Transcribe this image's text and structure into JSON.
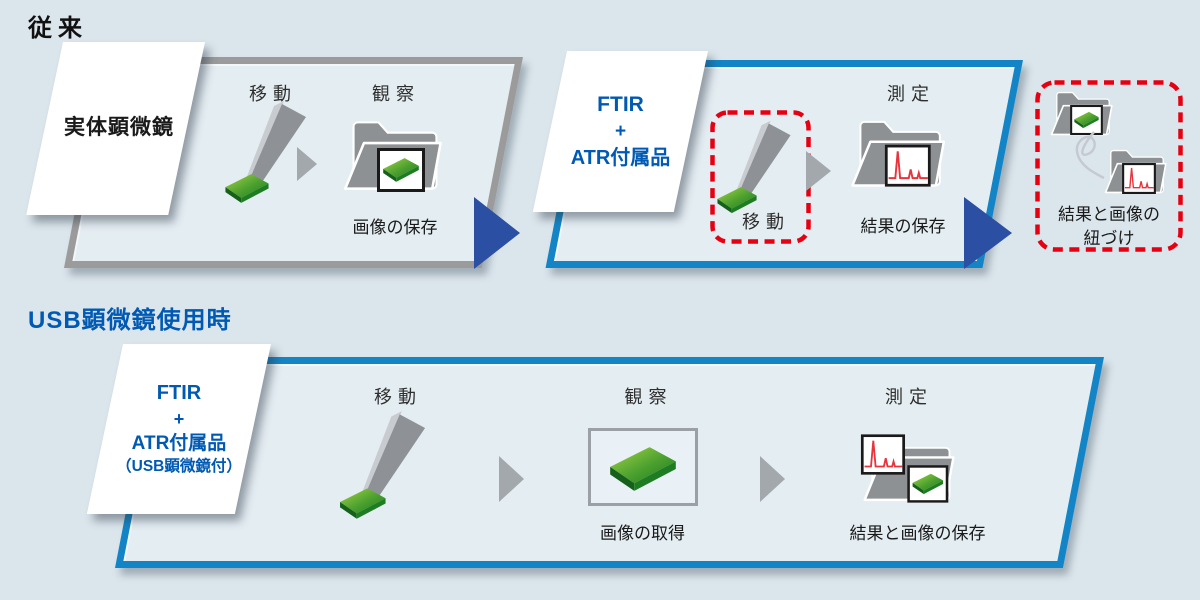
{
  "colors": {
    "background": "#dbe6ec",
    "frame_gray": "#9b9b9b",
    "frame_blue": "#1385c6",
    "arrow_dark_blue": "#2b4fa2",
    "arrow_gray": "#a3a8ad",
    "dashed_red": "#e60012",
    "text_blue": "#0059b2",
    "folder_gray": "#8d9194",
    "sample_green_dark": "#1e7a22",
    "sample_green_light": "#9ccf45",
    "spectrum_red": "#e8343c"
  },
  "icons": {
    "tweezers": "tweezers-icon",
    "folder_with_image": "folder-image-icon",
    "folder_with_spectrum": "folder-spectrum-icon",
    "sample": "sample-icon",
    "flow_arrow": "flow-arrow-icon",
    "step_arrow": "step-arrow-icon",
    "link_scribble": "link-scribble-icon",
    "folder_result_and_image": "folder-result-image-icon"
  },
  "sections": {
    "conventional": {
      "heading": "従来",
      "device_card": "実体顕微鏡",
      "move1": "移動",
      "observe": "観察",
      "save_image": "画像の保存",
      "ftir_card": {
        "line1": "FTIR",
        "line2": "+",
        "line3": "ATR付属品"
      },
      "move2": "移動",
      "measure": "測定",
      "save_result": "結果の保存",
      "link_caption1": "結果と画像の",
      "link_caption2": "紐づけ"
    },
    "usb": {
      "heading": "USB顕微鏡使用時",
      "ftir_card": {
        "line1": "FTIR",
        "line2": "+",
        "line3": "ATR付属品",
        "line4": "（USB顕微鏡付）"
      },
      "move": "移動",
      "observe": "観察",
      "capture_image": "画像の取得",
      "measure": "測定",
      "save_result_image": "結果と画像の保存"
    }
  }
}
